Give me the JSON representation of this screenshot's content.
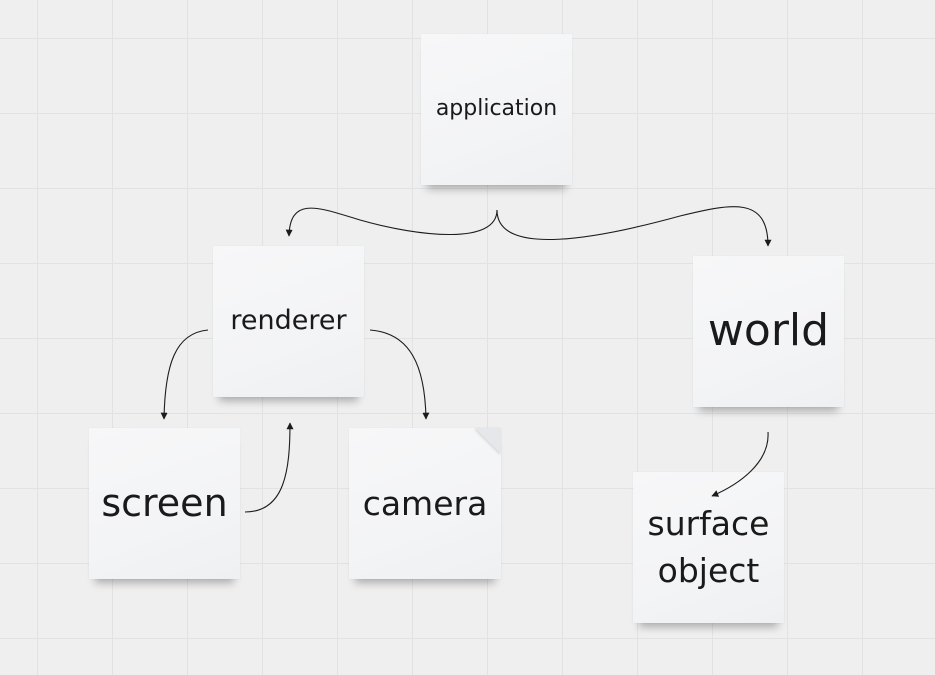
{
  "notes": {
    "application": "application",
    "renderer": "renderer",
    "world": "world",
    "screen": "screen",
    "camera": "camera",
    "surface_object": "surface\nobject"
  },
  "colors": {
    "background": "#efefef",
    "grid": "#e2e2e2",
    "note": "#f4f5f7",
    "connector": "#1c1c1c"
  },
  "connections": [
    {
      "from": "application",
      "to": "renderer"
    },
    {
      "from": "application",
      "to": "world"
    },
    {
      "from": "renderer",
      "to": "screen"
    },
    {
      "from": "renderer",
      "to": "camera"
    },
    {
      "from": "screen",
      "to": "renderer"
    },
    {
      "from": "world",
      "to": "surface_object"
    }
  ]
}
